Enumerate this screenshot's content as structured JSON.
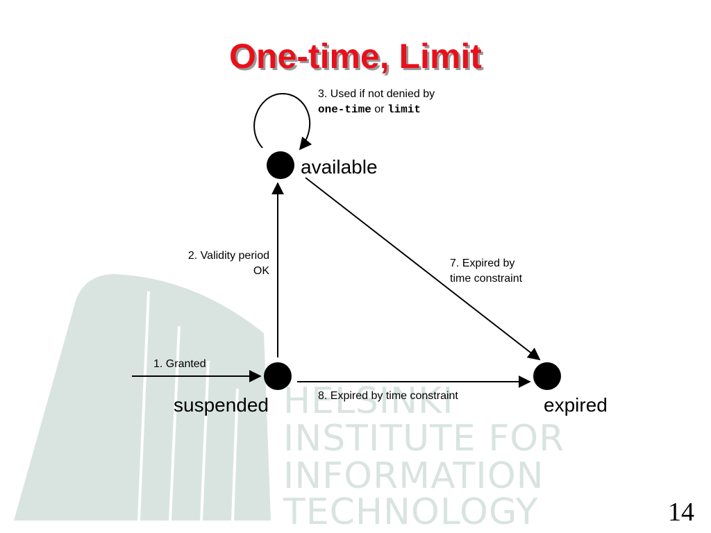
{
  "slide": {
    "title": "One-time, Limit",
    "page_number": "14"
  },
  "watermark": {
    "lines": [
      "HELSINKI",
      "INSTITUTE FOR",
      "INFORMATION",
      "TECHNOLOGY"
    ],
    "color": "#d9e4e0"
  },
  "states": {
    "available": "available",
    "suspended": "suspended",
    "expired": "expired"
  },
  "transitions": {
    "t1": "1. Granted",
    "t2_line1": "2. Validity period",
    "t2_line2": "OK",
    "t3_line1": "3. Used if not denied by",
    "t3_code1": "one-time",
    "t3_or": "or",
    "t3_code2": "limit",
    "t7_line1": "7. Expired by",
    "t7_line2": "time constraint",
    "t8": "8. Expired by time constraint"
  },
  "colors": {
    "title": "#e8101b",
    "title_shadow": "#9a9a9a"
  }
}
